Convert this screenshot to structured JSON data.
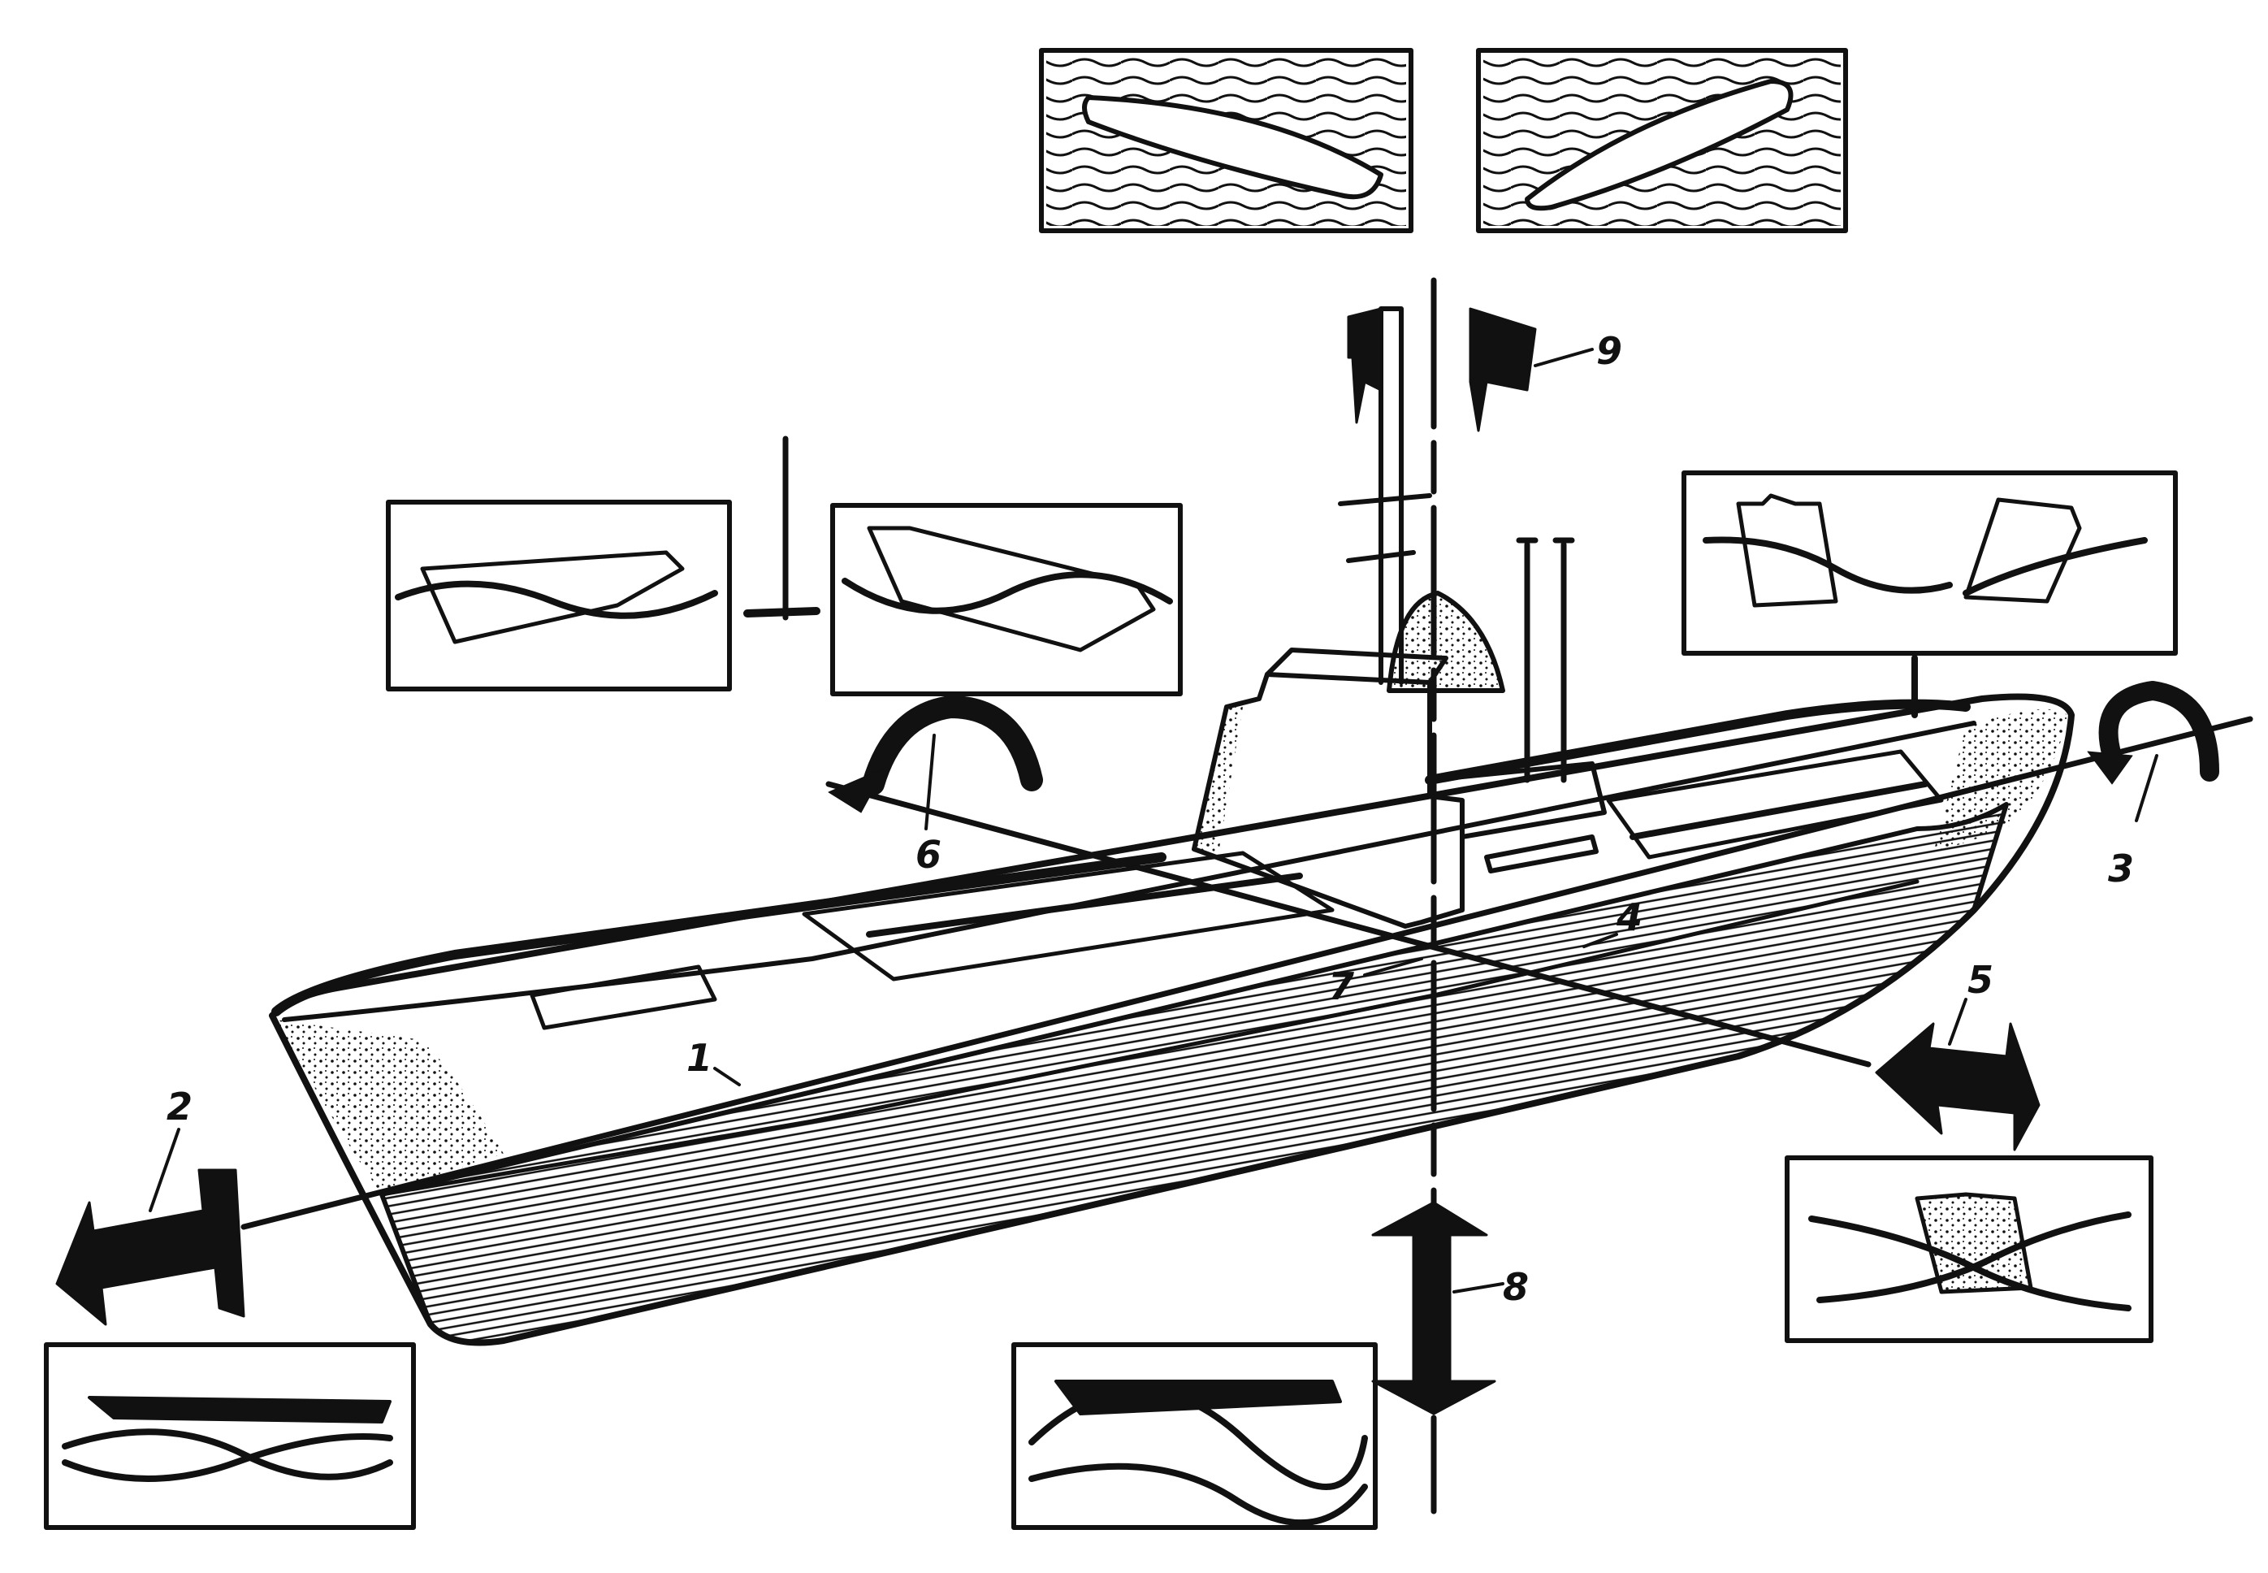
{
  "diagram": {
    "labels": [
      {
        "id": "1",
        "text": "1"
      },
      {
        "id": "2",
        "text": "2"
      },
      {
        "id": "3",
        "text": "3"
      },
      {
        "id": "4",
        "text": "4"
      },
      {
        "id": "5",
        "text": "5"
      },
      {
        "id": "6",
        "text": "6"
      },
      {
        "id": "7",
        "text": "7"
      },
      {
        "id": "8",
        "text": "8"
      },
      {
        "id": "9",
        "text": "9"
      }
    ]
  },
  "colors": {
    "ink": "#111111",
    "paper": "#ffffff"
  }
}
